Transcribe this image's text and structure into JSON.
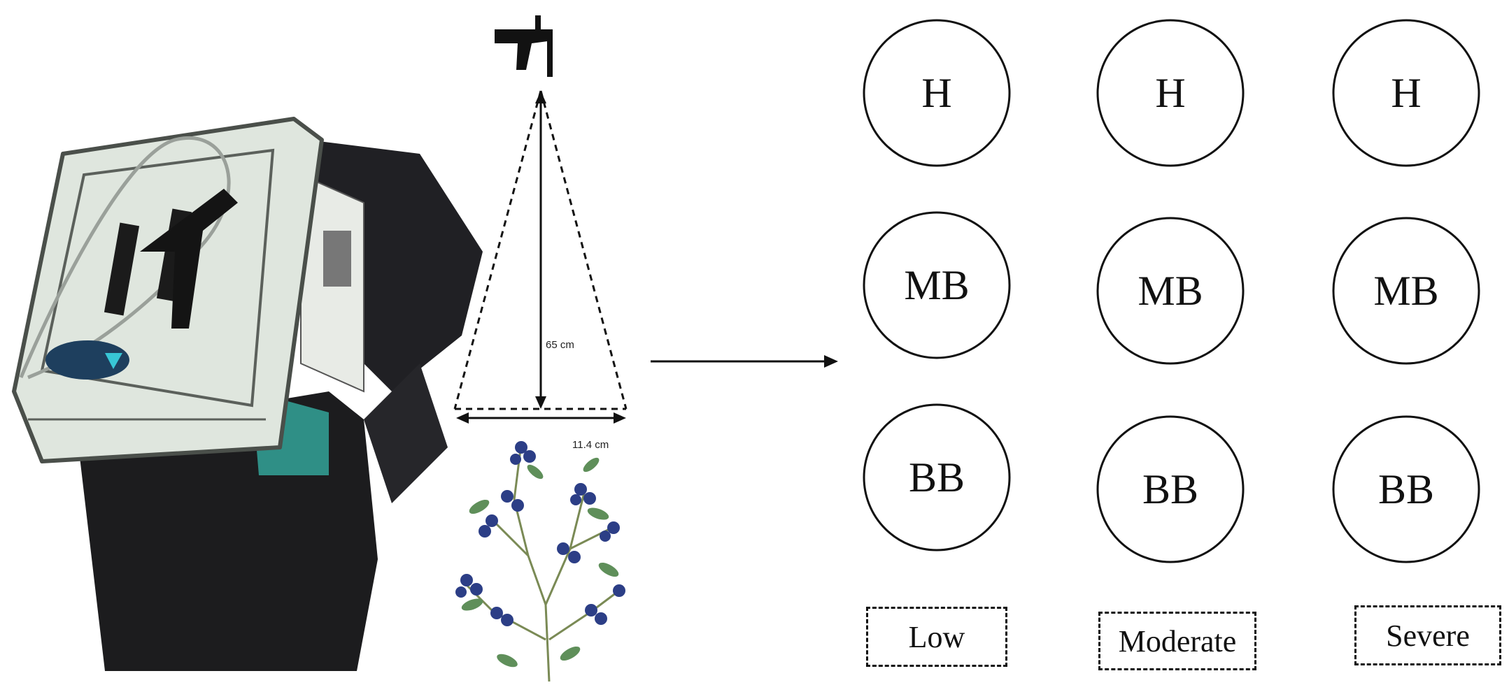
{
  "measurements": {
    "height": "65 cm",
    "width": "11.4 cm"
  },
  "grid": {
    "rows": [
      [
        "H",
        "H",
        "H"
      ],
      [
        "MB",
        "MB",
        "MB"
      ],
      [
        "BB",
        "BB",
        "BB"
      ]
    ]
  },
  "severity": {
    "levels": [
      "Low",
      "Moderate",
      "Severe"
    ]
  },
  "colors": {
    "backpack_body": "#dfe6de",
    "backpack_dark": "#1c1c1e",
    "teal": "#2f8f86",
    "berry": "#2c3e86",
    "leaf": "#5f8f5a",
    "line": "#111111"
  }
}
